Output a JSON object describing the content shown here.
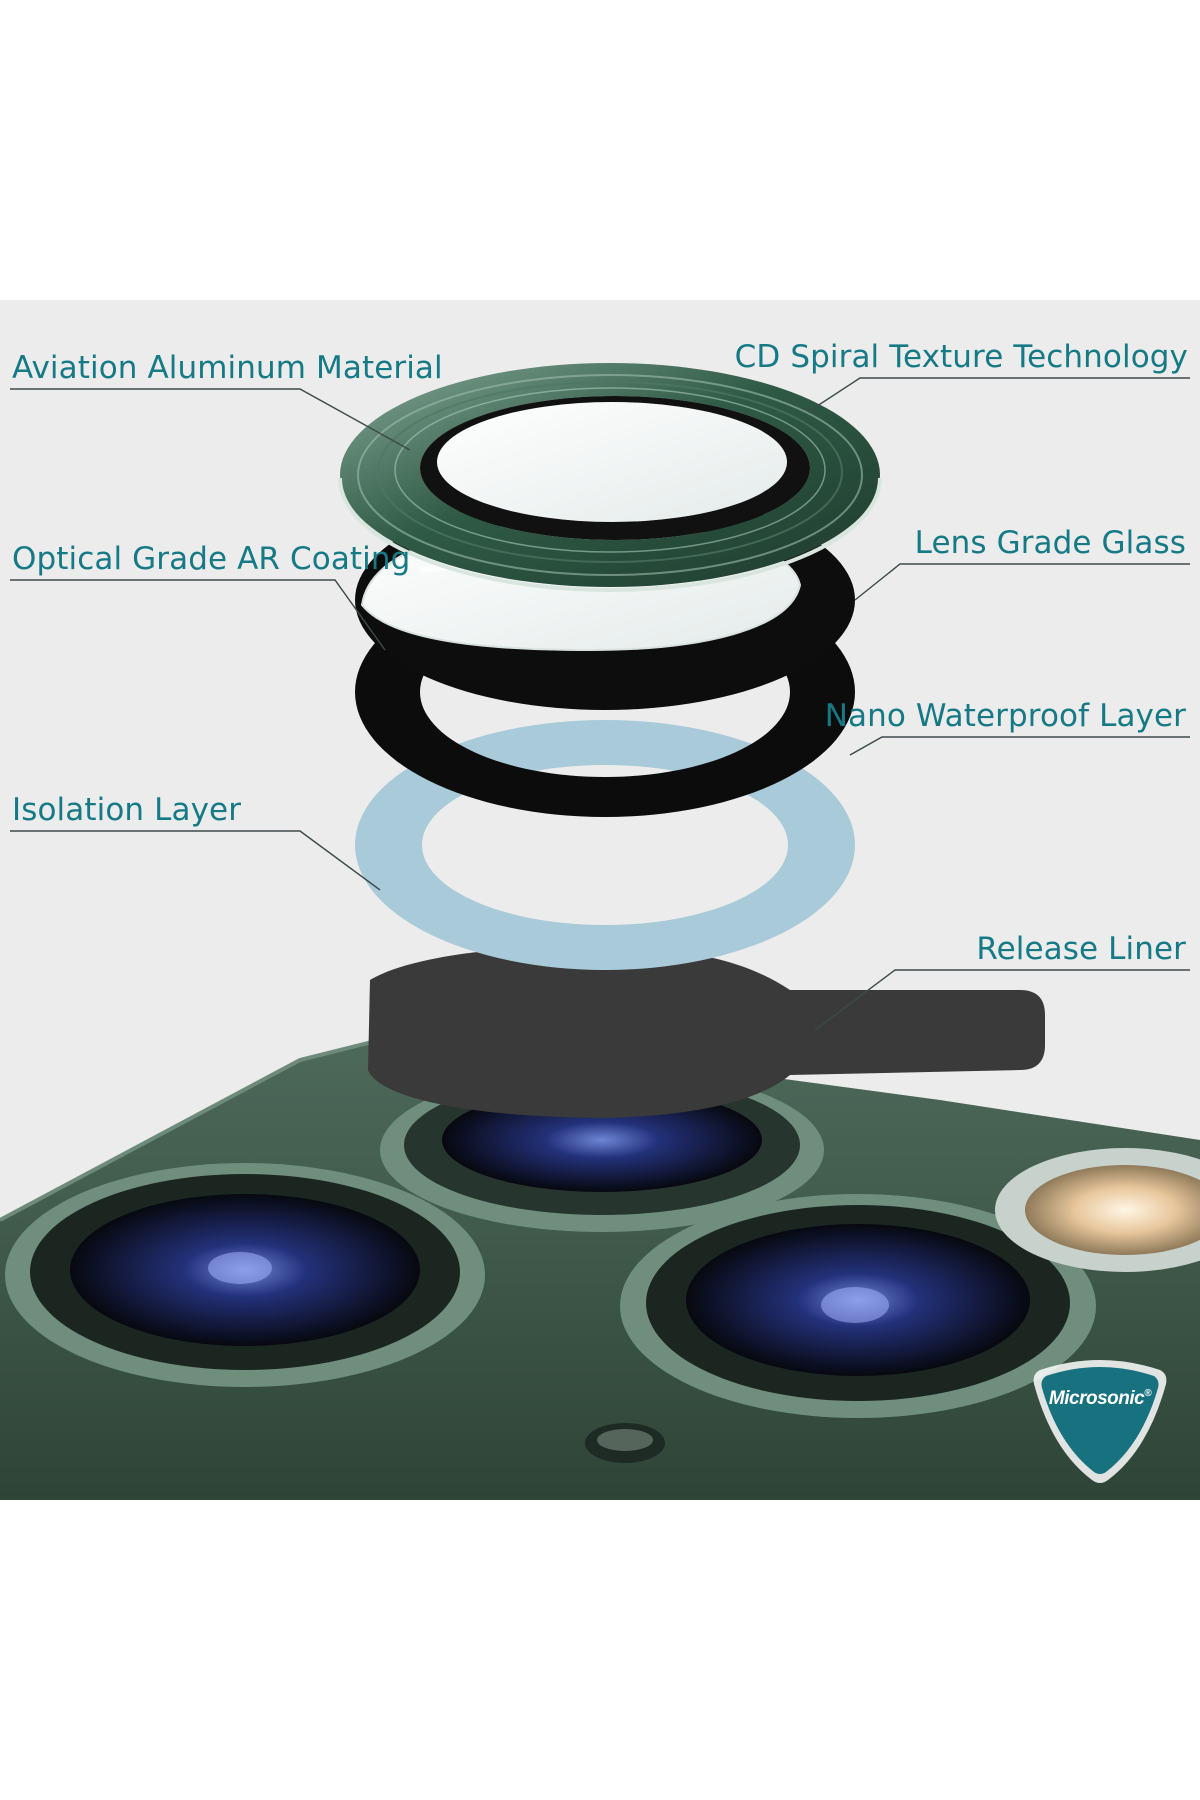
{
  "labels": {
    "aviation_aluminum": "Aviation Aluminum Material",
    "cd_spiral": "CD Spiral Texture Technology",
    "optical_ar": "Optical Grade AR Coating",
    "lens_glass": "Lens Grade Glass",
    "nano_waterproof": "Nano Waterproof Layer",
    "isolation": "Isolation Layer",
    "release_liner": "Release Liner"
  },
  "brand": {
    "name": "Microsonic",
    "mark": "®",
    "color": "#17717e"
  },
  "colors": {
    "label_text": "#157a86",
    "ring_green": "#2f5a46",
    "phone_body": "#3a5446",
    "isolation_blue": "#a9cad8",
    "black_layer": "#0c0c0c",
    "release_liner": "#3a3a3a"
  }
}
